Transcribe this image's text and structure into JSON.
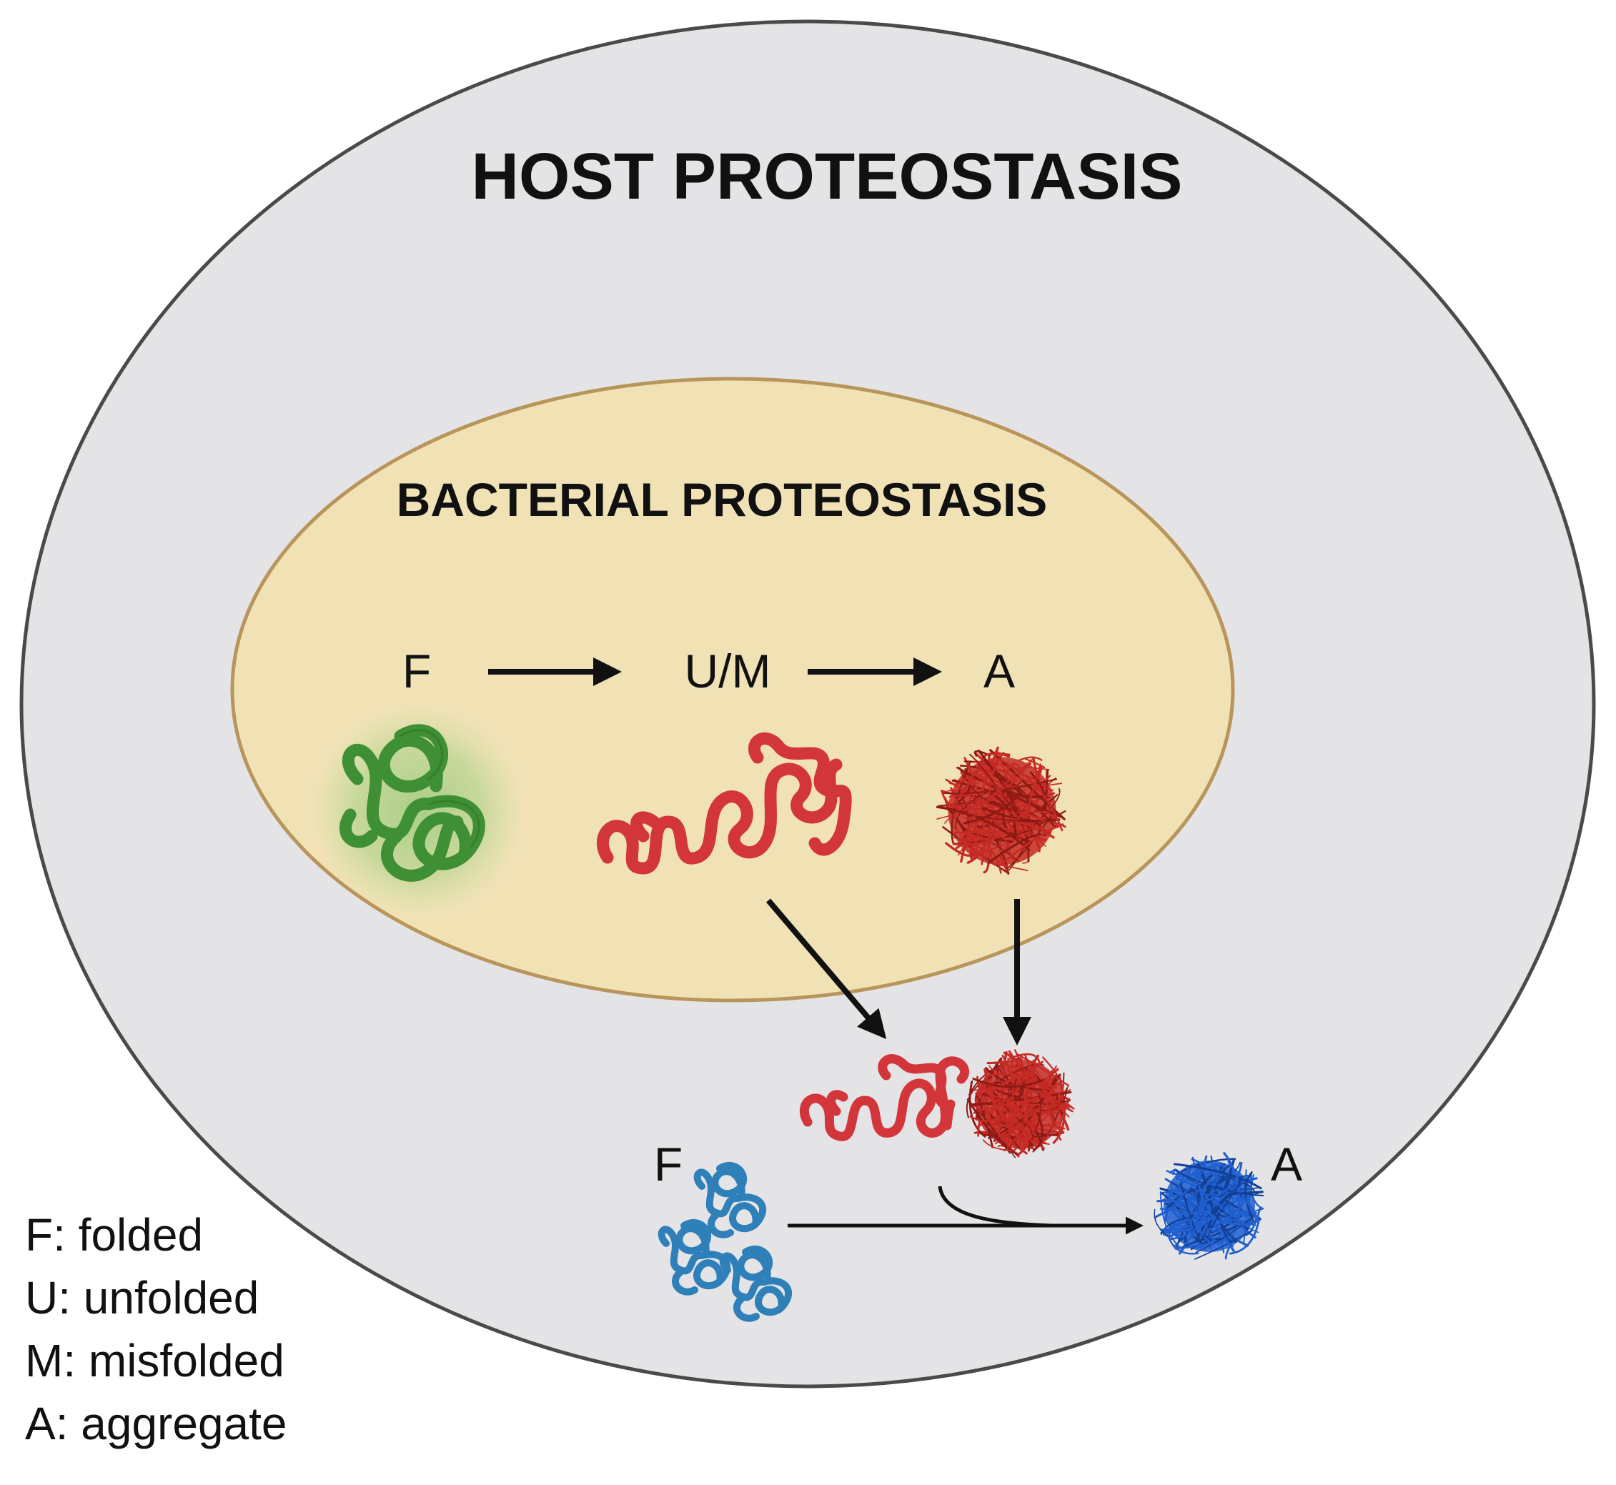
{
  "host": {
    "title": "HOST PROTEOSTASIS"
  },
  "bacterial": {
    "title": "BACTERIAL PROTEOSTASIS",
    "states": {
      "folded": "F",
      "unfolded_misfolded": "U/M",
      "aggregate": "A"
    }
  },
  "host_states": {
    "folded": "F",
    "aggregate": "A"
  },
  "legend": [
    "F: folded",
    "U: unfolded",
    "M: misfolded",
    "A: aggregate"
  ],
  "colors": {
    "host_fill": "#e4e4e6",
    "host_stroke": "#4a4a4a",
    "bacterial_fill": "#f1e2b6",
    "bacterial_stroke": "#b8955a",
    "folded_bacterial": "#3f8f34",
    "misfolded": "#d3363a",
    "aggregate_red": "#c62a24",
    "folded_host": "#2f7fb8",
    "aggregate_blue": "#1f5fd0"
  }
}
